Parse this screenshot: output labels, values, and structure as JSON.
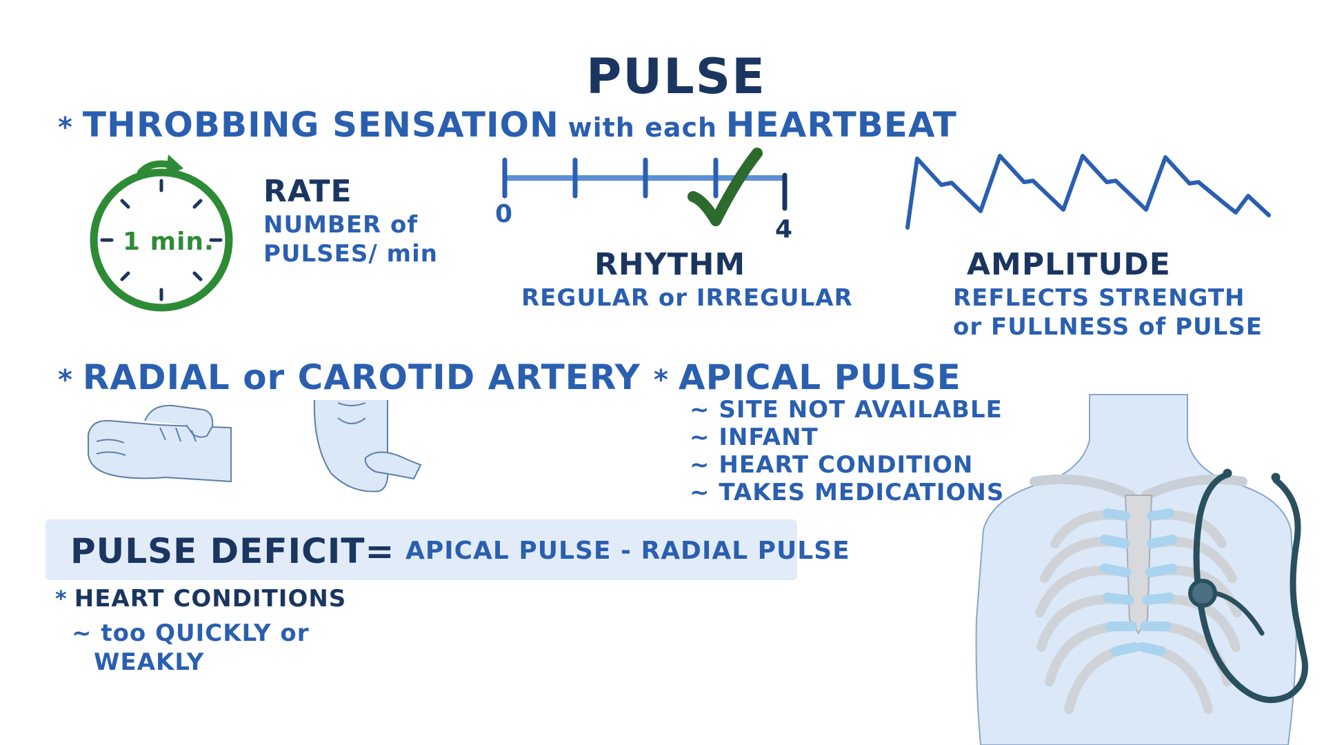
{
  "title": "PULSE",
  "bullet_symbol": "*",
  "sensation": {
    "part1": "THROBBING SENSATION",
    "part2": "with each",
    "part3": "HEARTBEAT"
  },
  "rate": {
    "heading": "RATE",
    "line1": "NUMBER of",
    "line2": "PULSES/ min",
    "timer_label": "1 min."
  },
  "rhythm": {
    "heading": "RHYTHM",
    "subtitle": "REGULAR or IRREGULAR",
    "scale_start": "0",
    "scale_end": "4"
  },
  "amplitude": {
    "heading": "AMPLITUDE",
    "line1": "REFLECTS STRENGTH",
    "line2": "or FULLNESS of PULSE"
  },
  "sites": {
    "heading": "RADIAL or CAROTID ARTERY"
  },
  "apical": {
    "heading": "APICAL PULSE",
    "items": [
      "~ SITE NOT AVAILABLE",
      "~ INFANT",
      "~ HEART CONDITION",
      "~ TAKES MEDICATIONS"
    ]
  },
  "deficit": {
    "label": "PULSE DEFICIT=",
    "formula": "APICAL PULSE - RADIAL PULSE"
  },
  "heart_conditions": {
    "heading": "HEART CONDITIONS",
    "line1": "~ too QUICKLY or",
    "line2": "WEAKLY"
  },
  "colors": {
    "navy": "#1a3560",
    "blue": "#2a5fb0",
    "green": "#2e8b35",
    "dark_green": "#2d6a2e",
    "box_bg": "#e2ecf9",
    "skin_fill": "#dbe8f8",
    "cartilage": "#a9d3ee",
    "stethoscope": "#2a4f5e"
  },
  "icons": [
    "stopwatch-icon",
    "checkmark-icon",
    "pulse-wave-icon",
    "wrist-illustration",
    "neck-illustration",
    "torso-illustration",
    "stethoscope-icon"
  ]
}
